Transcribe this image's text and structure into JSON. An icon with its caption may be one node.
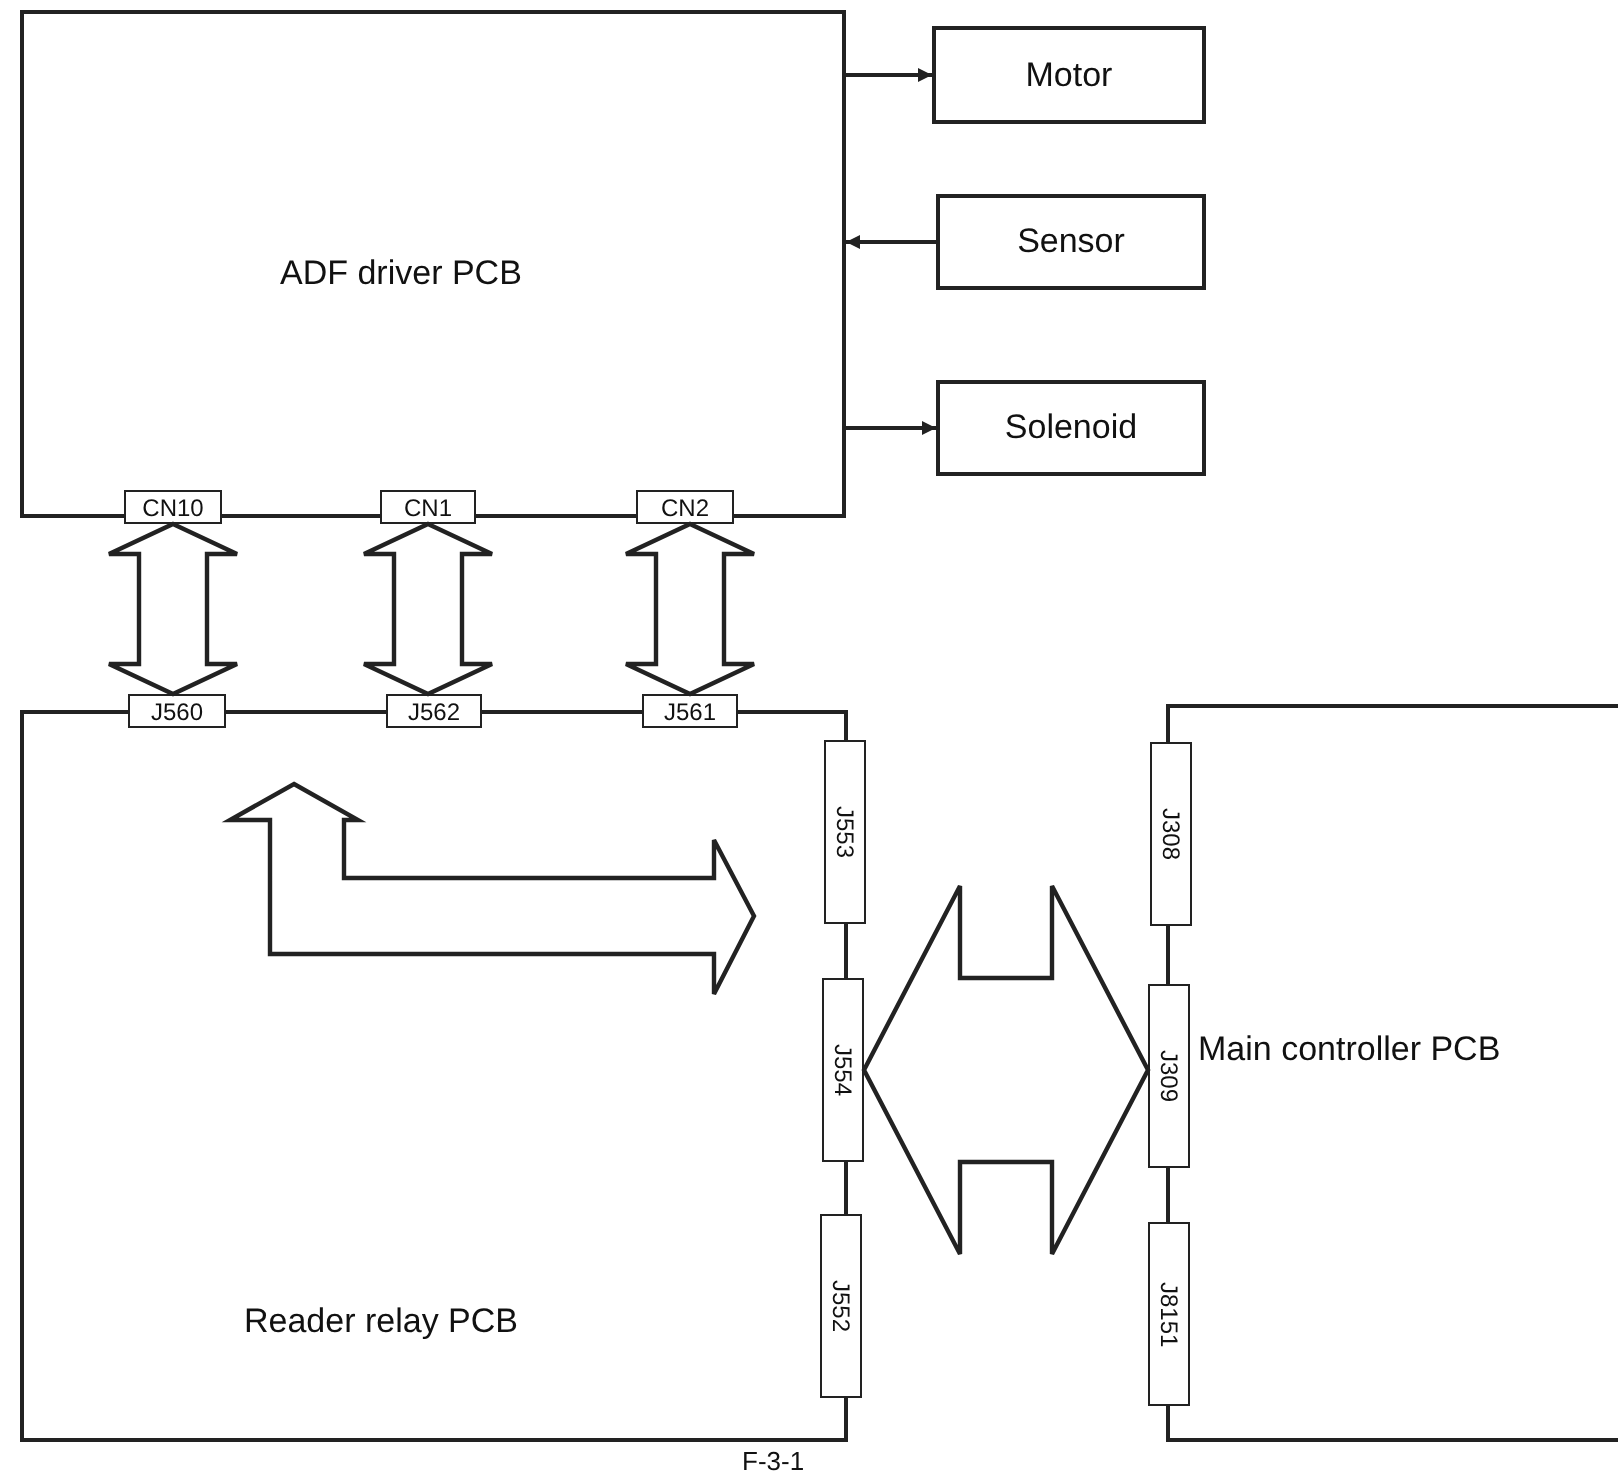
{
  "diagram": {
    "nodes": [
      {
        "text": [
          "ADF driver PCB"
        ]
      },
      {
        "text": [
          "Motor"
        ]
      },
      {
        "text": [
          "Sensor"
        ]
      },
      {
        "text": [
          "Solenoid"
        ]
      },
      {
        "text": [
          "CN10"
        ],
        "in": 0
      },
      {
        "text": [
          "CN1"
        ],
        "in": 0
      },
      {
        "text": [
          "CN2"
        ],
        "in": 0
      },
      {
        "text": [
          "Reader relay PCB"
        ]
      },
      {
        "text": [
          "J560"
        ],
        "in": 7
      },
      {
        "text": [
          "J562"
        ],
        "in": 7
      },
      {
        "text": [
          "J561"
        ],
        "in": 7
      },
      {
        "text": [
          "J553"
        ],
        "in": 7
      },
      {
        "text": [
          "J554"
        ],
        "in": 7
      },
      {
        "text": [
          "J552"
        ],
        "in": 7
      },
      {
        "text": [
          "Main controller PCB"
        ]
      },
      {
        "text": [
          "J308"
        ],
        "in": 14
      },
      {
        "text": [
          "J309"
        ],
        "in": 14
      },
      {
        "text": [
          "J8151"
        ],
        "in": 14
      }
    ],
    "edges": [
      {
        "from": 0,
        "to": 1,
        "arrow": "to"
      },
      {
        "from": 2,
        "to": 0,
        "arrow": "to"
      },
      {
        "from": 0,
        "to": 3,
        "arrow": "to"
      },
      {
        "from": 4,
        "to": 8,
        "arrow": "both",
        "style": "thick"
      },
      {
        "from": 5,
        "to": 9,
        "arrow": "both",
        "style": "thick"
      },
      {
        "from": 6,
        "to": 10,
        "arrow": "both",
        "style": "thick"
      },
      {
        "from": 12,
        "to": 16,
        "arrow": "both",
        "style": "thick"
      }
    ],
    "labels": [
      "F-3-1"
    ]
  }
}
